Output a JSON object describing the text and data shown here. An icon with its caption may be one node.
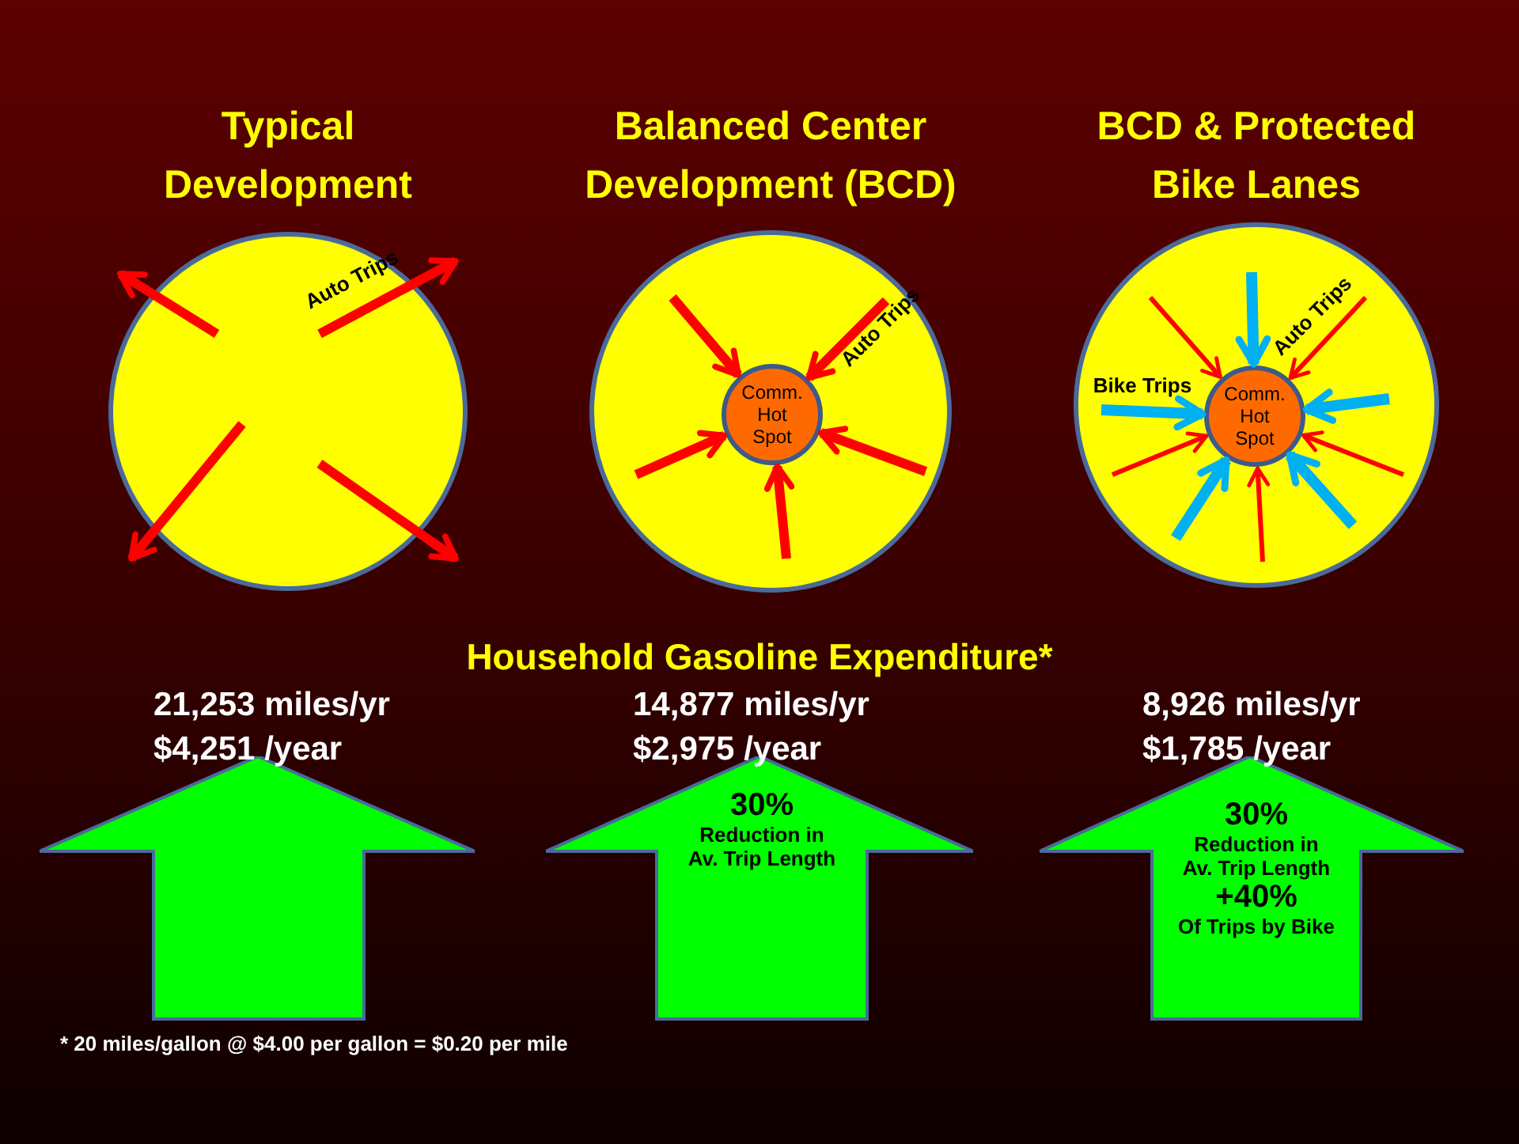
{
  "diagram": {
    "nodes": [
      {
        "text": [
          "Typical Development"
        ]
      },
      {
        "text": [
          "Balanced Center Development (BCD)"
        ]
      },
      {
        "text": [
          "Comm. Hot Spot"
        ],
        "in": 1
      },
      {
        "text": [
          "BCD & Protected Bike Lanes"
        ]
      },
      {
        "text": [
          "Comm. Hot Spot"
        ],
        "in": 3
      },
      {
        "text": [],
        "shape": "arrow",
        "beside": [
          "21,253 miles/yr",
          "$4,251 /year"
        ]
      },
      {
        "text": [
          "30%",
          "Reduction in Av. Trip Length"
        ],
        "beside": [
          "14,877 miles/yr",
          "$2,975 /year"
        ]
      },
      {
        "text": [
          "30%",
          "Reduction in Av. Trip Length",
          "+40%",
          "Of Trips by Bike"
        ],
        "beside": [
          "8,926 miles/yr",
          "$1,785 /year"
        ]
      }
    ],
    "edges": [
      {
        "from": null,
        "to": 2,
        "arrow": "to"
      },
      {
        "from": null,
        "to": 2,
        "arrow": "to",
        "label": "Auto Trips"
      },
      {
        "from": null,
        "to": 2,
        "arrow": "to"
      },
      {
        "from": null,
        "to": 2,
        "arrow": "to"
      },
      {
        "from": null,
        "to": 2,
        "arrow": "to"
      },
      {
        "from": null,
        "to": 4,
        "arrow": "to"
      },
      {
        "from": null,
        "to": 4,
        "arrow": "to",
        "color": "#00b0f0"
      },
      {
        "from": null,
        "to": 4,
        "arrow": "to",
        "label": "Auto Trips"
      },
      {
        "from": null,
        "to": 4,
        "arrow": "to",
        "color": "#00b0f0"
      },
      {
        "from": null,
        "to": 4,
        "arrow": "to",
        "color": "#00b0f0",
        "label": "Bike Trips"
      },
      {
        "from": null,
        "to": 4,
        "arrow": "to"
      },
      {
        "from": null,
        "to": 4,
        "arrow": "to"
      },
      {
        "from": null,
        "to": 4,
        "arrow": "to",
        "color": "#00b0f0"
      },
      {
        "from": null,
        "to": 4,
        "arrow": "to",
        "color": "#00b0f0"
      },
      {
        "from": null,
        "to": 4,
        "arrow": "to"
      }
    ],
    "labels": [
      "Auto Trips",
      "Household Gasoline Expenditure*"
    ],
    "caption": "* 20 miles/gallon @ $4.00 per gallon = $0.20 per mile"
  }
}
